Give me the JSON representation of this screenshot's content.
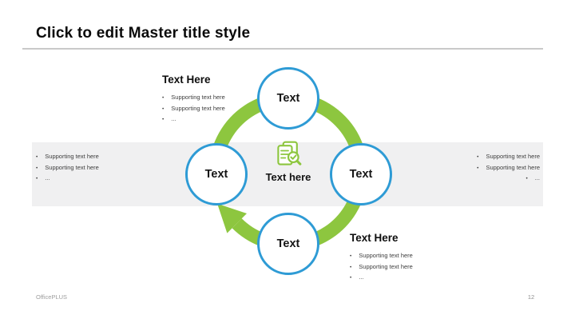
{
  "slide": {
    "title": "Click to edit Master title style",
    "footer_left": "OfficePLUS",
    "page_number": "12"
  },
  "colors": {
    "accent_green": "#8DC63F",
    "accent_blue": "#2E9BD5",
    "band_gray": "#F0F0F1",
    "rule_gray": "#C9C9C9"
  },
  "diagram": {
    "type": "cycle",
    "direction": "clockwise",
    "center_icon": "document-search-check-icon",
    "center_label": "Text here",
    "nodes": [
      {
        "position": "top",
        "label": "Text"
      },
      {
        "position": "right",
        "label": "Text"
      },
      {
        "position": "bottom",
        "label": "Text"
      },
      {
        "position": "left",
        "label": "Text"
      }
    ]
  },
  "text_blocks": {
    "top_left": {
      "heading": "Text Here",
      "bullets": [
        "Supporting text here",
        "Supporting text here",
        "..."
      ]
    },
    "left": {
      "bullets": [
        "Supporting text here",
        "Supporting text here",
        "..."
      ]
    },
    "right": {
      "bullets": [
        "Supporting text here",
        "Supporting text here",
        "..."
      ]
    },
    "bottom_right": {
      "heading": "Text Here",
      "bullets": [
        "Supporting text here",
        "Supporting text here",
        "..."
      ]
    }
  }
}
